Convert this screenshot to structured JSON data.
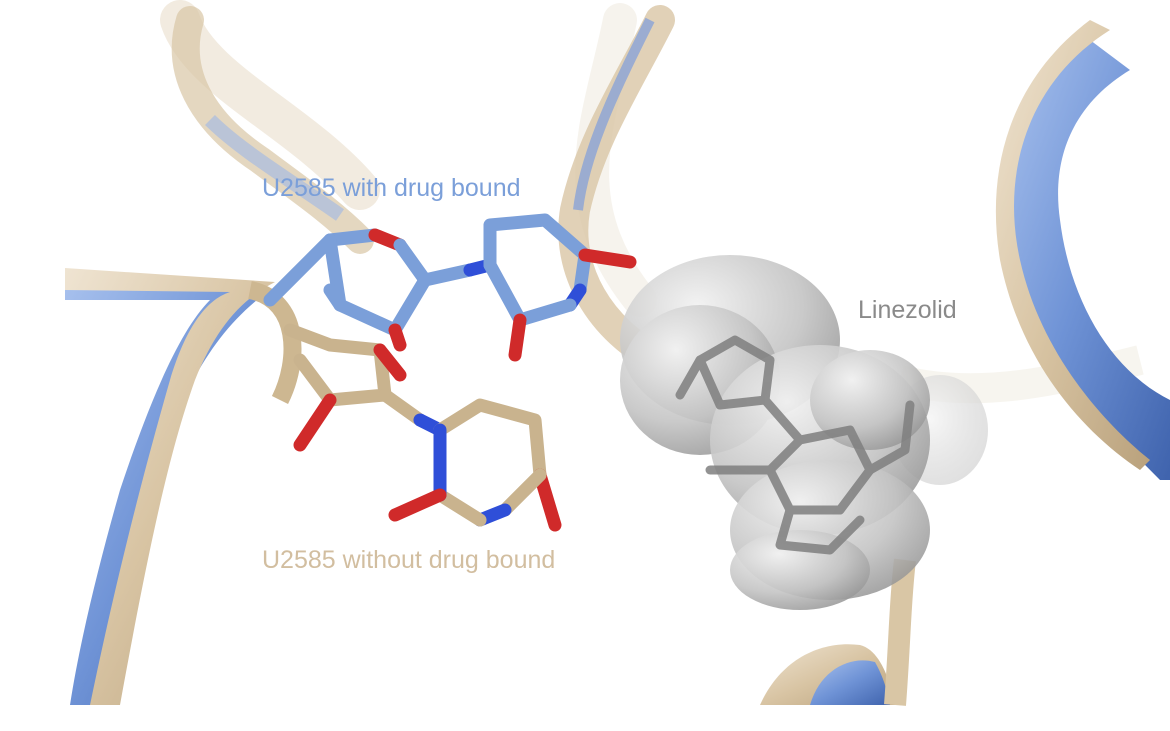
{
  "labels": {
    "with_drug": "U2585 with drug bound",
    "without_drug": "U2585 without drug bound",
    "linezolid": "Linezolid"
  },
  "colors": {
    "with_drug": "#7b9fd9",
    "without_drug": "#d2bea0",
    "linezolid": "#8a8a8a",
    "ribbon_tan": "#d9c6a5",
    "ribbon_blue": "#6b8fd2",
    "oxygen": "#d02a2a",
    "nitrogen": "#2f4fd8",
    "surface_gray": "#bdbdbd"
  }
}
